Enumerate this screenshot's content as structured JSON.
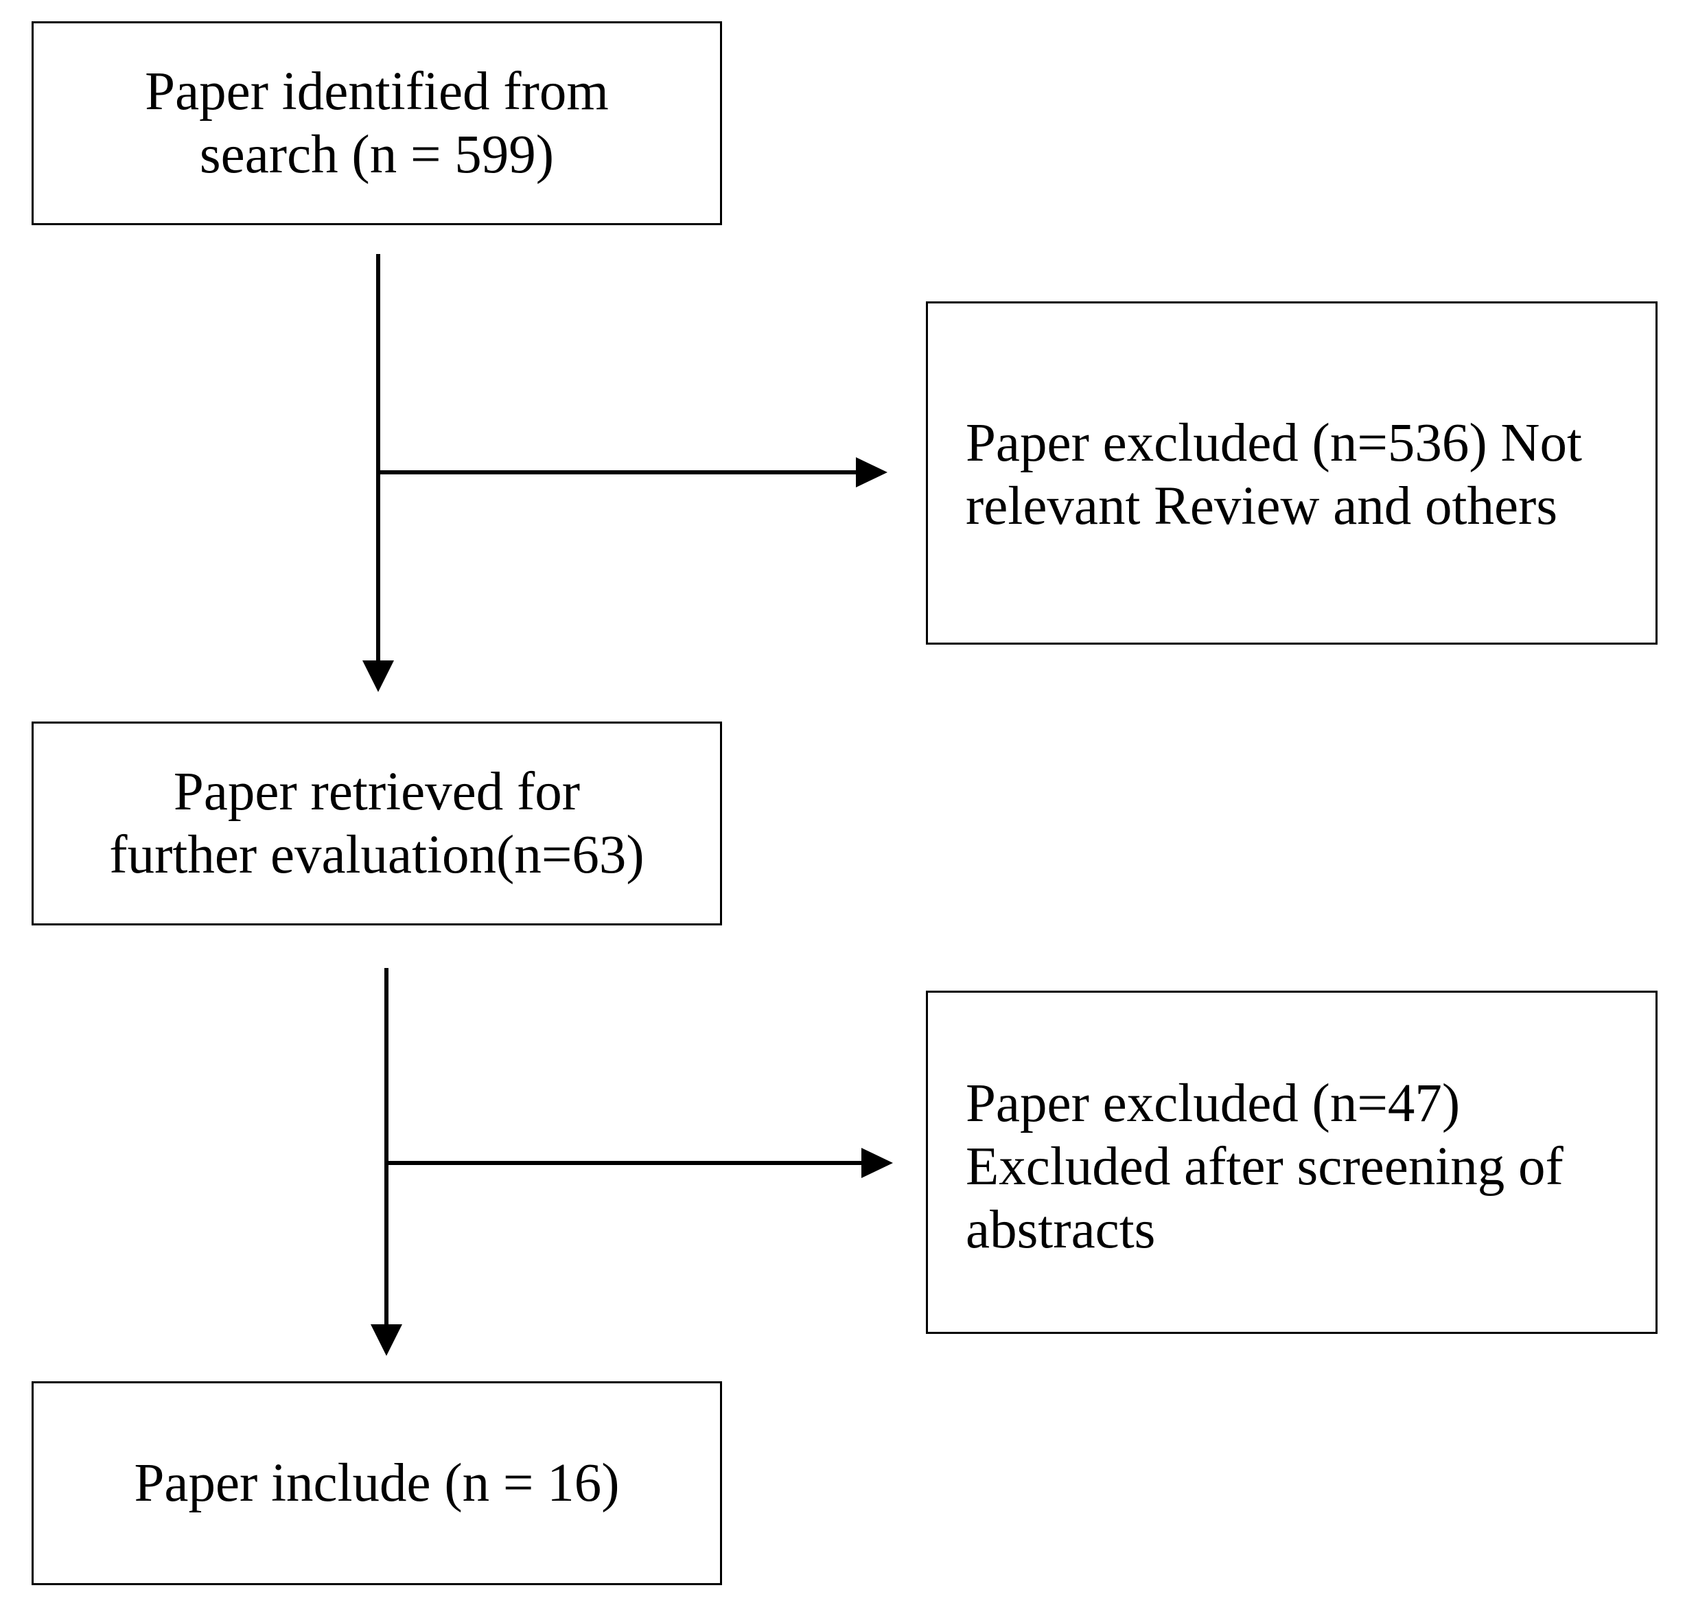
{
  "flowchart": {
    "identified": {
      "lines": [
        "Paper identified from",
        "search (n = 599)"
      ]
    },
    "excluded_1": {
      "lines": [
        "Paper excluded (n=536) Not",
        "relevant Review and others"
      ]
    },
    "retrieved": {
      "lines": [
        "Paper retrieved for",
        "further evaluation(n=63)"
      ]
    },
    "excluded_2": {
      "lines": [
        "Paper excluded (n=47)",
        "Excluded after screening of",
        "abstracts"
      ]
    },
    "included": {
      "lines": [
        "Paper include (n = 16)"
      ]
    }
  },
  "colors": {
    "stroke": "#000000",
    "background": "#ffffff"
  },
  "icons": [
    "arrow-down-icon",
    "arrow-right-icon"
  ]
}
